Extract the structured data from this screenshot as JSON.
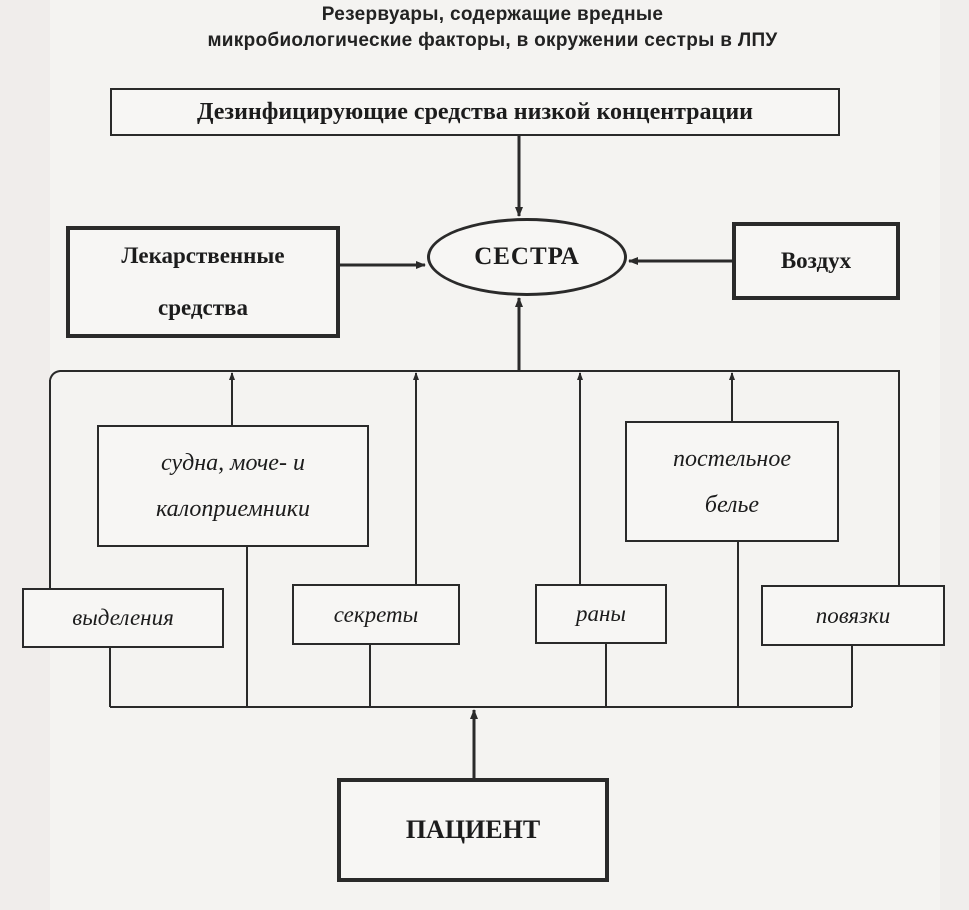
{
  "title": {
    "line1": "Резервуары, содержащие вредные",
    "line2": "микробиологические факторы, в окружении сестры в ЛПУ"
  },
  "center": {
    "label": "СЕСТРА"
  },
  "top_source": {
    "label": "Дезинфицирующие средства низкой концентрации"
  },
  "left_source": {
    "line1": "Лекарственные",
    "line2": "средства"
  },
  "right_source": {
    "label": "Воздух"
  },
  "bottom_source": {
    "label": "ПАЦИЕНТ"
  },
  "items": {
    "vessels": {
      "line1": "судна, моче- и",
      "line2": "калоприемники"
    },
    "linen": {
      "line1": "постельное",
      "line2": "белье"
    },
    "excretions": "выделения",
    "secretions": "секреты",
    "wounds": "раны",
    "bandages": "повязки"
  },
  "colors": {
    "ink": "#2a2a2a",
    "paper": "#f4f3f1"
  }
}
